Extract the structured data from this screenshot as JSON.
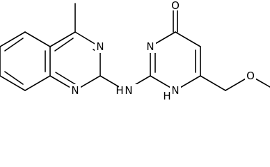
{
  "molecule": {
    "atom_labels": {
      "n_quin_top": "N",
      "n_quin_bottom": "N",
      "nh_linker": "N",
      "nh_linker_h": "H",
      "n_pyr_top": "N",
      "nh_ring": "N",
      "nh_ring_h": "H",
      "o_carbonyl": "O",
      "o_ether": "O"
    },
    "colors": {
      "bond": "#000000",
      "label": "#000000",
      "background": "#ffffff"
    }
  }
}
